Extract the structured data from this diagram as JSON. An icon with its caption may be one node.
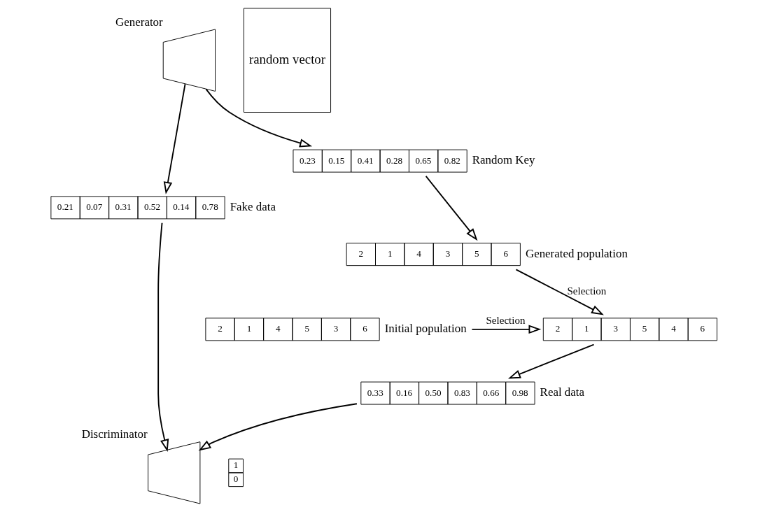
{
  "diagram": {
    "nodes": [
      {
        "text": [
          "2",
          "1",
          "4",
          "5",
          "3",
          "6"
        ],
        "beside": [
          "Initial population"
        ]
      },
      {
        "text": [
          "2",
          "1",
          "3",
          "5",
          "4",
          "6"
        ]
      },
      {
        "text": [
          "0.33",
          "0.16",
          "0.50",
          "0.83",
          "0.66",
          "0.98"
        ],
        "beside": [
          "Real data"
        ]
      },
      {
        "text": [],
        "shape": "trapezoid",
        "beside": [
          "Discriminator"
        ]
      },
      {
        "text": [
          "1",
          "0"
        ]
      },
      {
        "text": [
          "random vector"
        ]
      },
      {
        "text": [],
        "shape": "trapezoid",
        "beside": [
          "Generator"
        ]
      },
      {
        "text": [
          "0.21",
          "0.07",
          "0.31",
          "0.52",
          "0.14",
          "0.78"
        ],
        "beside": [
          "Fake data"
        ]
      },
      {
        "text": [
          "0.23",
          "0.15",
          "0.41",
          "0.28",
          "0.65",
          "0.82"
        ],
        "beside": [
          "Random Key"
        ]
      },
      {
        "text": [
          "2",
          "1",
          "4",
          "3",
          "5",
          "6"
        ],
        "beside": [
          "Generated population"
        ]
      }
    ],
    "edges": [
      {
        "from": 0,
        "to": 1,
        "arrow": "to",
        "label": "Selection"
      },
      {
        "from": 1,
        "to": 2,
        "arrow": "to"
      },
      {
        "from": 2,
        "to": 3,
        "arrow": "to"
      },
      {
        "from": 7,
        "to": 3,
        "arrow": "to"
      },
      {
        "from": 6,
        "to": 7,
        "arrow": "to"
      },
      {
        "from": 6,
        "to": 8,
        "arrow": "to"
      },
      {
        "from": 8,
        "to": 9,
        "arrow": "to"
      },
      {
        "from": 9,
        "to": 1,
        "arrow": "to",
        "label": "Selection"
      }
    ]
  }
}
